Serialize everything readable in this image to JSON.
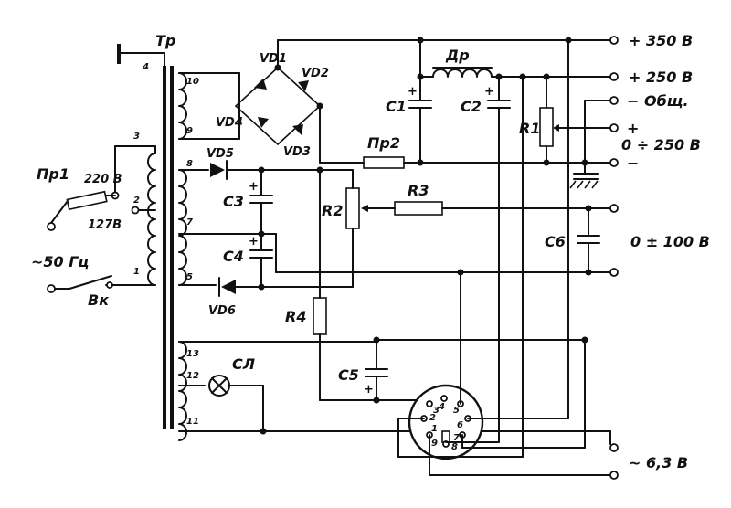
{
  "labels": {
    "transformer": "Тр",
    "fuse1": "Пр1",
    "fuse2": "Пр2",
    "choke": "Др",
    "switch": "Вк",
    "mains": "~50 Гц",
    "v220": "220 В",
    "v127": "127В",
    "vd1": "VD1",
    "vd2": "VD2",
    "vd3": "VD3",
    "vd4": "VD4",
    "vd5": "VD5",
    "vd6": "VD6",
    "c1": "C1",
    "c2": "C2",
    "c3": "C3",
    "c4": "C4",
    "c5": "C5",
    "c6": "C6",
    "r1": "R1",
    "r2": "R2",
    "r3": "R3",
    "r4": "R4",
    "lamp": "СЛ"
  },
  "pins": {
    "p1": "1",
    "p2": "2",
    "p3": "3",
    "p4": "4",
    "p5": "5",
    "p7": "7",
    "p8": "8",
    "p9": "9",
    "p10": "10",
    "p11": "11",
    "p12": "12",
    "p13": "13"
  },
  "outputs": {
    "v350": "+ 350 В",
    "v250": "+ 250 В",
    "common": "− Общ.",
    "plus": "+",
    "minus": "−",
    "adj250": "0 ÷ 250 В",
    "adj100": "0 ± 100 В",
    "ac63": "~ 6,3 В"
  },
  "socket_pins": [
    "1",
    "2",
    "3",
    "4",
    "5",
    "6",
    "7",
    "8",
    "9"
  ],
  "polarity": "+"
}
